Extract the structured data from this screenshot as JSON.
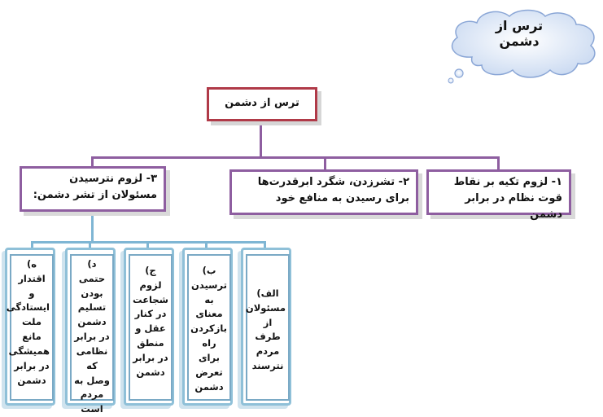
{
  "cloud": {
    "title": "ترس از دشمن"
  },
  "root": {
    "label": "ترس از دشمن"
  },
  "branches": [
    {
      "label": "۱- لزوم تکیه بر نقاط قوت نظام در برابر دشمن"
    },
    {
      "label": "۲- تشرزدن، شگرد ابرقدرت‌ها برای رسیدن به منافع خود"
    },
    {
      "label": "۳- لزوم نترسیدن مسئولان از تشر دشمن:"
    }
  ],
  "leaves": [
    {
      "label": "الف) مسئولان از طرف مردم نترسند"
    },
    {
      "label": "ب) ترسیدن به معنای بازکردن راه برای تعرض دشمن"
    },
    {
      "label": "ج) لزوم شجاعت در کنار عقل و منطق در برابر دشمن"
    },
    {
      "label": "د) حتمی بودن تسلیم دشمن در برابر نظامی که وصل به مردم است"
    },
    {
      "label": "ه) اقتدار و ایستادگی ملت مانع همیشگی در برابر دشمن"
    }
  ],
  "colors": {
    "connector_purple": "#8e5ea0",
    "connector_blue": "#7fb6d4",
    "root_border": "#b03a48"
  }
}
